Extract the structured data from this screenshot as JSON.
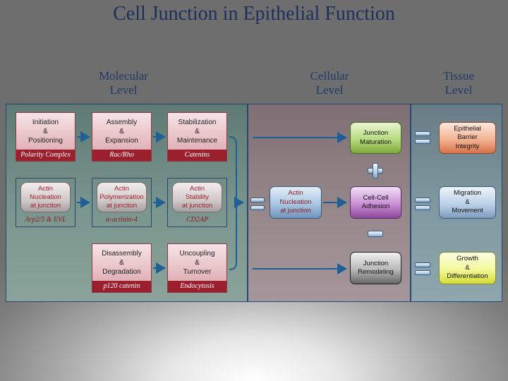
{
  "title": "Cell Junction in Epithelial Function",
  "levels": {
    "molecular": [
      "Molecular",
      "Level"
    ],
    "cellular": [
      "Cellular",
      "Level"
    ],
    "tissue": [
      "Tissue",
      "Level"
    ]
  },
  "molecular": {
    "row1": [
      {
        "lines": [
          "Initiation",
          "&",
          "Positioning"
        ],
        "sub": "Polarity Complex"
      },
      {
        "lines": [
          "Assembly",
          "&",
          "Expansion"
        ],
        "sub": "Rac/Rho"
      },
      {
        "lines": [
          "Stabilization",
          "&",
          "Maintenance"
        ],
        "sub": "Catenins"
      }
    ],
    "row2": [
      {
        "lines": [
          "Actin",
          "Nucleation",
          "at junction"
        ],
        "sub": "Arp2/3 & EVL"
      },
      {
        "lines": [
          "Actin",
          "Polymerization",
          "at junction"
        ],
        "sub": "α-actinin-4"
      },
      {
        "lines": [
          "Actin",
          "Stability",
          "at junction"
        ],
        "sub": "CD2AP"
      }
    ],
    "row3": [
      {
        "lines": [
          "Disassembly",
          "&",
          "Degradation"
        ],
        "sub": "p120 catenin"
      },
      {
        "lines": [
          "Uncoupling",
          "&",
          "Turnover"
        ],
        "sub": "Endocytosis"
      }
    ]
  },
  "cellular": {
    "center": [
      "Actin",
      "Nucleation",
      "at junction"
    ],
    "outcomes": [
      {
        "lines": [
          "Junction",
          "Maturation"
        ],
        "color": "#9acd5a"
      },
      {
        "lines": [
          "Cell-Cell",
          "Adhesion"
        ],
        "color": "#b06fbf"
      },
      {
        "lines": [
          "Junction",
          "Remodeling"
        ],
        "color": "#8a8a8a"
      }
    ]
  },
  "tissue": {
    "outcomes": [
      {
        "lines": [
          "Epithelial",
          "Barrier",
          "Integrity"
        ],
        "color": "#eb9a73"
      },
      {
        "lines": [
          "Migration",
          "&",
          "Movement"
        ],
        "color": "#a9c2de"
      },
      {
        "lines": [
          "Growth",
          "&",
          "Differentiation"
        ],
        "color": "#eef36a"
      }
    ]
  }
}
